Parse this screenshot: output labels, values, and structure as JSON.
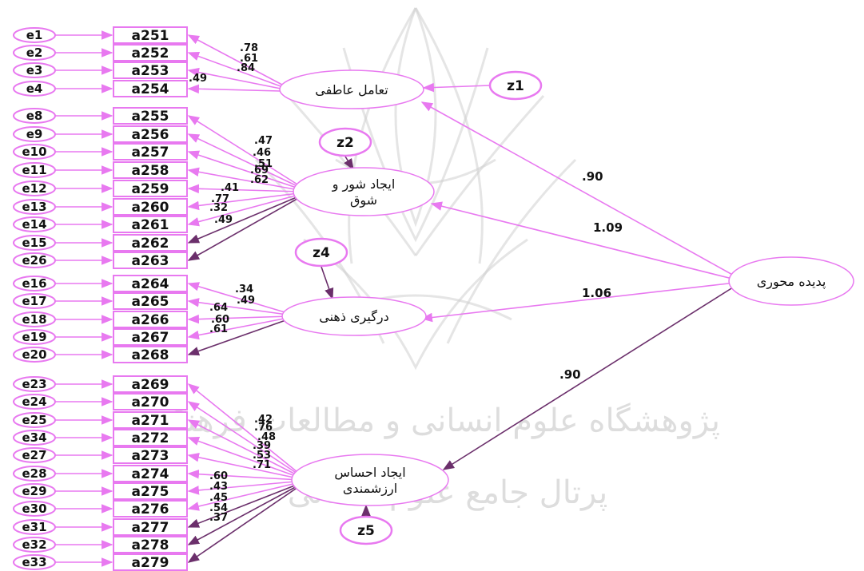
{
  "colors": {
    "path": "#e879f0",
    "dark": "#6b2f6b",
    "text": "#111111",
    "watermark": "#cfcfcf"
  },
  "watermark": {
    "line1": "پژوهشگاه علوم انسانی و مطالعات فرهنگی",
    "line2": "پرتال جامع علوم انسانی"
  },
  "latents": {
    "f1": "تعامل عاطفی",
    "f2_line1": "ایجاد شور و",
    "f2_line2": "شوق",
    "f3": "درگیری ذهنی",
    "f4_line1": "ایجاد احساس",
    "f4_line2": "ارزشمندی",
    "second": "پدیده محوری"
  },
  "disturbances": {
    "z1": "z1",
    "z2": "z2",
    "z4": "z4",
    "z5": "z5"
  },
  "structural": {
    "f1": ".90",
    "f2": "1.09",
    "f3": "1.06",
    "f4": ".90"
  },
  "groups": [
    {
      "errors": [
        "e1",
        "e2",
        "e3",
        "e4"
      ],
      "items": [
        "a251",
        "a252",
        "a253",
        "a254"
      ],
      "loadings": [
        ".78",
        ".61",
        ".84",
        ".49"
      ]
    },
    {
      "errors": [
        "e8",
        "e9",
        "e10",
        "e11",
        "e12",
        "e13",
        "e14",
        "e15",
        "e26"
      ],
      "items": [
        "a255",
        "a256",
        "a257",
        "a258",
        "a259",
        "a260",
        "a261",
        "a262",
        "a263"
      ],
      "loadings": [
        ".47",
        ".46",
        ".51",
        ".69",
        ".62",
        ".41",
        ".77",
        ".32",
        ".49"
      ]
    },
    {
      "errors": [
        "e16",
        "e17",
        "e18",
        "e19",
        "e20"
      ],
      "items": [
        "a264",
        "a265",
        "a266",
        "a267",
        "a268"
      ],
      "loadings": [
        ".34",
        ".49",
        ".64",
        ".60",
        ".61"
      ]
    },
    {
      "errors": [
        "e23",
        "e24",
        "e25",
        "e34",
        "e27",
        "e28",
        "e29",
        "e30",
        "e31",
        "e32",
        "e33"
      ],
      "items": [
        "a269",
        "a270",
        "a271",
        "a272",
        "a273",
        "a274",
        "a275",
        "a276",
        "a277",
        "a278",
        "a279"
      ],
      "loadings": [
        ".42",
        ".76",
        ".48",
        ".39",
        ".53",
        ".71",
        ".60",
        ".43",
        ".45",
        ".54",
        ".37"
      ]
    }
  ]
}
